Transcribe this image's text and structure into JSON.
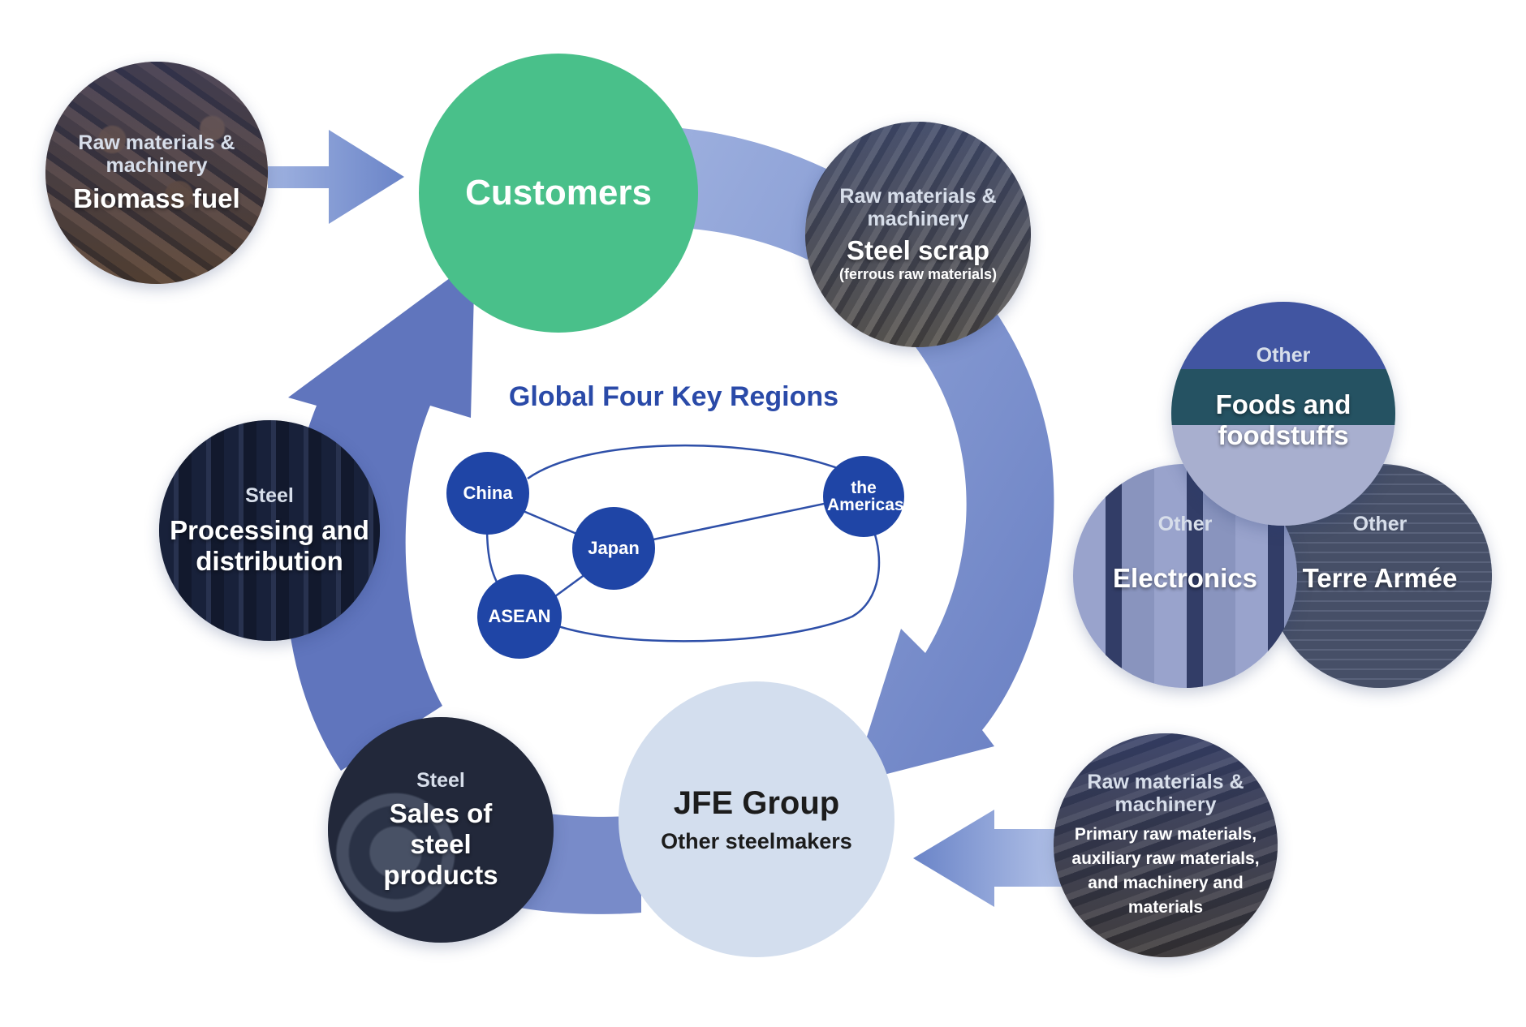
{
  "diagram": {
    "center_heading": "Global Four Key Regions",
    "hub_customers": {
      "title": "Customers"
    },
    "hub_jfe": {
      "title": "JFE Group",
      "subtitle": "Other steelmakers"
    },
    "regions": [
      "China",
      "Japan",
      "ASEAN",
      "the Americas"
    ],
    "nodes": {
      "biomass": {
        "category": "Raw materials & machinery",
        "title": "Biomass fuel"
      },
      "steel_scrap": {
        "category": "Raw materials & machinery",
        "title": "Steel scrap",
        "note": "(ferrous raw materials)"
      },
      "processing": {
        "category": "Steel",
        "title": "Processing and distribution"
      },
      "sales": {
        "category": "Steel",
        "title": "Sales of steel products"
      },
      "primary_raw": {
        "category": "Raw materials & machinery",
        "description": "Primary raw materials, auxiliary raw materials, and machinery and materials"
      },
      "foods": {
        "category": "Other",
        "title": "Foods and foodstuffs"
      },
      "electronics": {
        "category": "Other",
        "title": "Electronics"
      },
      "terre": {
        "category": "Other",
        "title": "Terre Armée"
      }
    },
    "colors": {
      "customers": "#49c08a",
      "jfe": "#d3deee",
      "region": "#1f45a6",
      "arrow": "#6d88c8",
      "heading": "#2a4aa8"
    }
  }
}
